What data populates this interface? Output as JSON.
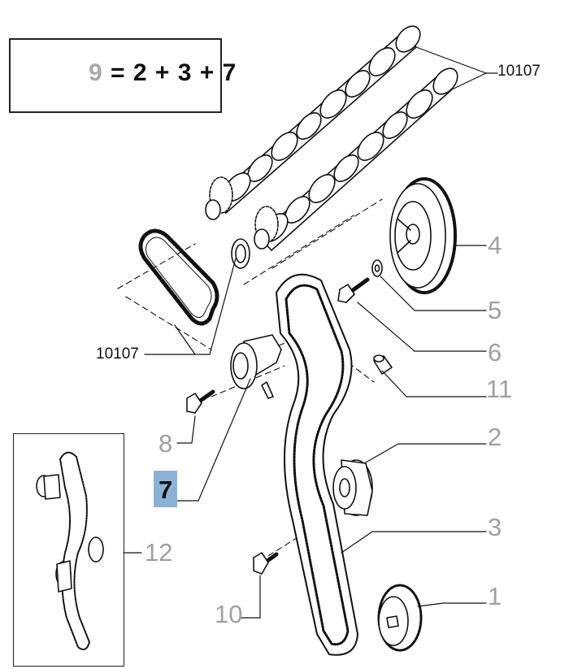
{
  "legend": {
    "kit_number": "9",
    "equation": "= 2 + 3 + 7"
  },
  "callouts": {
    "c10107_top": "10107",
    "c10107_left": "10107",
    "c4": "4",
    "c5": "5",
    "c6": "6",
    "c11": "11",
    "c2": "2",
    "c3": "3",
    "c1": "1",
    "c8": "8",
    "c7": "7",
    "c12": "12",
    "c10": "10"
  }
}
